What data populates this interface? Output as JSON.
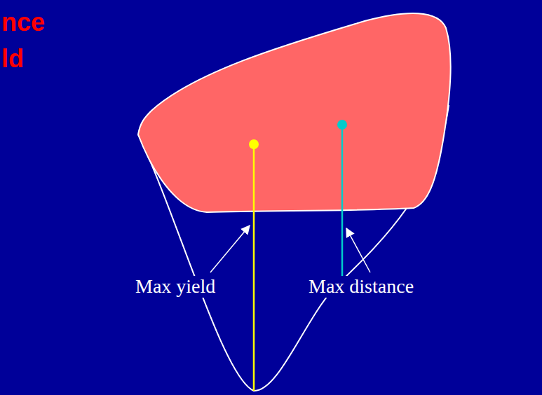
{
  "diagram": {
    "labels": [
      "nce",
      "ld",
      "Max yield",
      "Max distance"
    ]
  }
}
